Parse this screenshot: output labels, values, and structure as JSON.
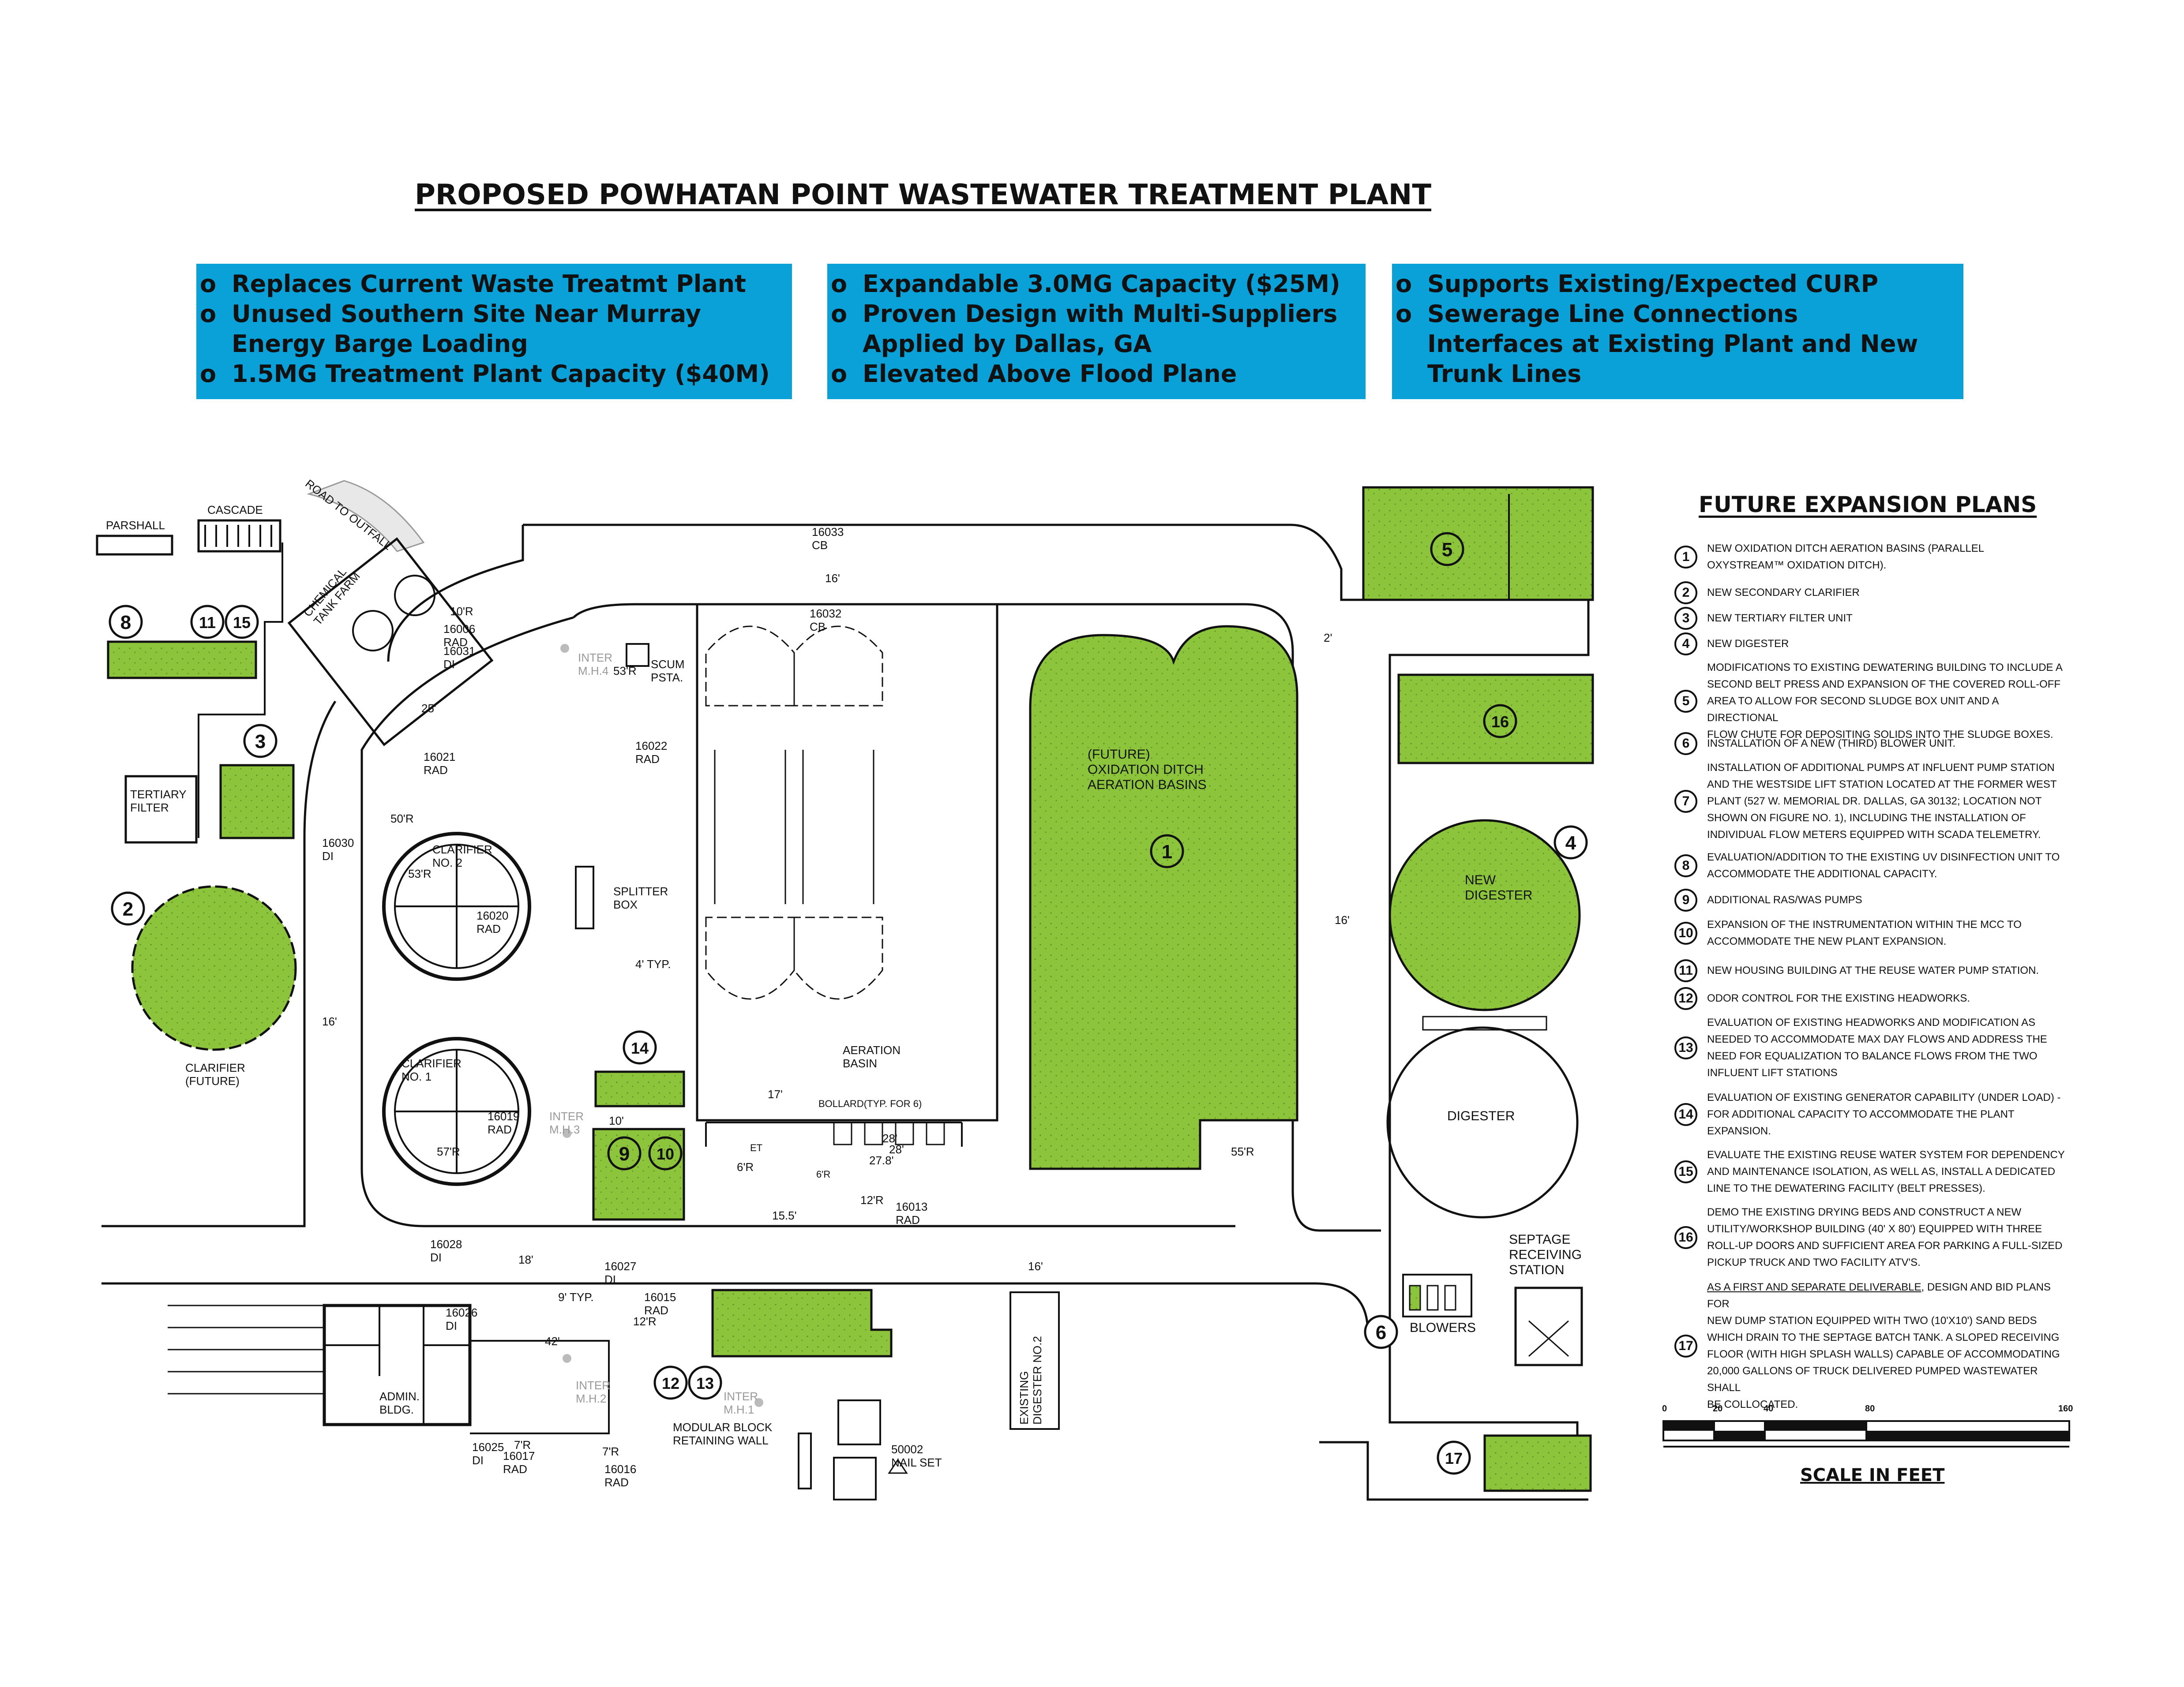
{
  "title": "PROPOSED POWHATAN POINT WASTEWATER TREATMENT PLANT",
  "bullet_marker": "o",
  "info_boxes": [
    {
      "bullets": [
        "Replaces Current Waste Treatmt Plant",
        "Unused Southern Site Near Murray\nEnergy Barge Loading",
        "1.5MG Treatment Plant Capacity ($40M)"
      ]
    },
    {
      "bullets": [
        "Expandable 3.0MG Capacity ($25M)",
        "Proven Design with Multi-Suppliers\nApplied by Dallas, GA",
        "Elevated Above Flood Plane"
      ]
    },
    {
      "bullets": [
        "Supports Existing/Expected CURP",
        "Sewerage Line Connections\nInterfaces at Existing Plant and New\nTrunk Lines"
      ]
    }
  ],
  "colors": {
    "info_box": "#0aa0d8",
    "proposed_area": "#8cc43c",
    "ink": "#111111"
  },
  "plan_labels": {
    "parshall": "PARSHALL",
    "cascade": "CASCADE",
    "road_to_outfall": "ROAD TO OUTFALL",
    "chemical_tank_farm": "CHEMICAL\nTANK FARM",
    "tertiary_filter": "TERTIARY\nFILTER",
    "clarifier_future": "CLARIFIER\n(FUTURE)",
    "clarifier_no2": "CLARIFIER\nNO. 2",
    "clarifier_no1": "CLARIFIER\nNO. 1",
    "splitter_box": "SPLITTER\nBOX",
    "scum_psta": "SCUM\nPSTA.",
    "aeration_basin": "AERATION\nBASIN",
    "future_oxidation": "(FUTURE)\nOXIDATION DITCH\nAERATION BASINS",
    "new_digester": "NEW\nDIGESTER",
    "digester": "DIGESTER",
    "septage": "SEPTAGE\nRECEIVING\nSTATION",
    "blowers": "BLOWERS",
    "admin": "ADMIN.\nBLDG.",
    "modular_wall": "MODULAR BLOCK\nRETAINING WALL",
    "existing_digester": "EXISTING\nDIGESTER NO.2",
    "nail_set": "50002\nNAIL SET",
    "bollard": "BOLLARD(TYP. FOR 6)",
    "typ_4": "4' TYP.",
    "typ_9": "9' TYP.",
    "inter_mh1": "INTER\nM.H.1",
    "inter_mh2": "INTER\nM.H.2",
    "inter_mh3": "INTER\nM.H.3",
    "inter_mh4": "INTER\nM.H.4",
    "p16033": "16033\nCB",
    "p16032": "16032\nCB",
    "p16006": "16006\nRAD",
    "p16031": "16031\nDI",
    "p16022": "16022\nRAD",
    "p16021": "16021\nRAD",
    "p16030": "16030\nDI",
    "p16020": "16020\nRAD",
    "p16019": "16019\nRAD",
    "p16028": "16028\nDI",
    "p16027": "16027\nDI",
    "p16026": "16026\nDI",
    "p16015": "16015\nRAD",
    "p16013": "16013\nRAD",
    "p16025": "16025\nDI",
    "p16017": "16017\nRAD",
    "p16016": "16016\nRAD",
    "d16": "16'",
    "d16b": "16'",
    "d16c": "16'",
    "d16d": "16'",
    "d2": "2'",
    "d25": "25'",
    "d10r": "10'R",
    "d53r": "53'R",
    "d50r": "50'R",
    "d53r2": "53'R",
    "d57r": "57'R",
    "d55r": "55'R",
    "d28": "28'",
    "d17": "17'",
    "d10": "10'",
    "d6r": "6'R",
    "d278": "27.8'",
    "d28b": "28'",
    "d155": "15.5'",
    "d12r": "12'R",
    "d12r2": "12'R",
    "d18": "18'",
    "d42": "42'",
    "d7r": "7'R",
    "d7r2": "7'R",
    "et": "ET",
    "d6r2": "6'R"
  },
  "markers": {
    "m1": "1",
    "m2": "2",
    "m3": "3",
    "m4": "4",
    "m5": "5",
    "m6": "6",
    "m8": "8",
    "m9": "9",
    "m10": "10",
    "m11": "11",
    "m12": "12",
    "m13": "13",
    "m14": "14",
    "m15": "15",
    "m16": "16",
    "m17": "17"
  },
  "legend": {
    "title": "FUTURE EXPANSION PLANS",
    "items": [
      {
        "num": "1",
        "text": "NEW OXIDATION DITCH AERATION BASINS (PARALLEL\nOXYSTREAM™ OXIDATION DITCH)."
      },
      {
        "num": "2",
        "text": "NEW SECONDARY CLARIFIER"
      },
      {
        "num": "3",
        "text": "NEW TERTIARY FILTER UNIT"
      },
      {
        "num": "4",
        "text": "NEW DIGESTER"
      },
      {
        "num": "5",
        "text": "MODIFICATIONS TO EXISTING DEWATERING BUILDING TO INCLUDE A\nSECOND BELT PRESS AND EXPANSION OF THE COVERED ROLL-OFF\nAREA TO ALLOW FOR SECOND SLUDGE BOX UNIT AND A DIRECTIONAL\nFLOW CHUTE FOR DEPOSITING SOLIDS INTO THE SLUDGE BOXES."
      },
      {
        "num": "6",
        "text": "INSTALLATION OF A NEW (THIRD) BLOWER UNIT."
      },
      {
        "num": "7",
        "text": "INSTALLATION OF ADDITIONAL PUMPS AT INFLUENT PUMP STATION\nAND THE WESTSIDE LIFT STATION LOCATED AT THE FORMER WEST\nPLANT (527 W. MEMORIAL DR. DALLAS, GA 30132; LOCATION NOT\nSHOWN ON FIGURE NO. 1), INCLUDING THE INSTALLATION OF\nINDIVIDUAL FLOW METERS EQUIPPED WITH SCADA TELEMETRY."
      },
      {
        "num": "8",
        "text": "EVALUATION/ADDITION TO THE EXISTING UV DISINFECTION UNIT TO\nACCOMMODATE THE ADDITIONAL CAPACITY."
      },
      {
        "num": "9",
        "text": "ADDITIONAL RAS/WAS PUMPS"
      },
      {
        "num": "10",
        "text": "EXPANSION OF THE INSTRUMENTATION WITHIN THE MCC TO\nACCOMMODATE THE NEW PLANT EXPANSION."
      },
      {
        "num": "11",
        "text": "NEW HOUSING BUILDING AT THE REUSE WATER PUMP STATION."
      },
      {
        "num": "12",
        "text": "ODOR CONTROL FOR THE EXISTING HEADWORKS."
      },
      {
        "num": "13",
        "text": "EVALUATION OF EXISTING HEADWORKS AND MODIFICATION AS\nNEEDED TO ACCOMMODATE MAX DAY FLOWS AND ADDRESS THE\nNEED FOR EQUALIZATION TO BALANCE FLOWS FROM THE TWO\nINFLUENT LIFT STATIONS"
      },
      {
        "num": "14",
        "text": "EVALUATION OF EXISTING GENERATOR CAPABILITY (UNDER LOAD) -\nFOR ADDITIONAL CAPACITY TO ACCOMMODATE THE PLANT\nEXPANSION."
      },
      {
        "num": "15",
        "text": "EVALUATE THE EXISTING REUSE WATER SYSTEM FOR DEPENDENCY\nAND MAINTENANCE ISOLATION, AS WELL AS, INSTALL A DEDICATED\nLINE TO THE DEWATERING FACILITY (BELT PRESSES)."
      },
      {
        "num": "16",
        "text": "DEMO THE EXISTING DRYING BEDS AND CONSTRUCT A NEW\nUTILITY/WORKSHOP BUILDING (40' X 80') EQUIPPED WITH THREE\nROLL-UP DOORS AND SUFFICIENT AREA FOR PARKING A FULL-SIZED\nPICKUP TRUCK AND TWO FACILITY ATV'S."
      },
      {
        "num": "17",
        "lead": "AS A FIRST AND SEPARATE DELIVERABLE",
        "text": ", DESIGN AND BID PLANS FOR\nNEW DUMP STATION EQUIPPED WITH TWO (10'X10') SAND BEDS\nWHICH DRAIN TO THE SEPTAGE BATCH TANK.  A SLOPED RECEIVING\nFLOOR (WITH HIGH SPLASH WALLS) CAPABLE OF ACCOMMODATING\n20,000 GALLONS OF TRUCK DELIVERED PUMPED WASTEWATER SHALL\nBE COLLOCATED."
      }
    ]
  },
  "scale": {
    "ticks": [
      "0",
      "20",
      "40",
      "80",
      "160"
    ],
    "title": "SCALE IN FEET"
  }
}
